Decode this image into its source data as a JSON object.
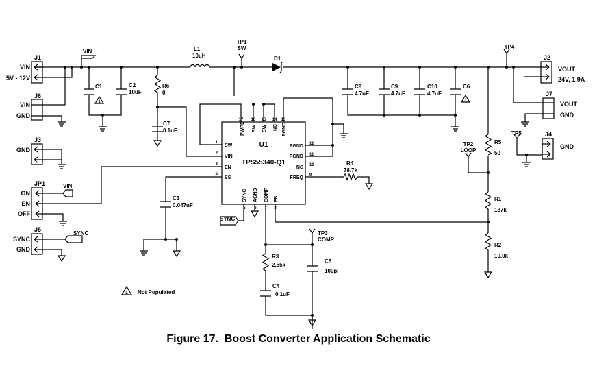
{
  "caption": "Figure 17.  Boost Converter Application Schematic",
  "legend": {
    "marker": "1",
    "text": "Not Populated"
  },
  "ic": {
    "ref": "U1",
    "part": "TPS55340-Q1"
  },
  "pins": {
    "sw1": {
      "num": "1",
      "name": "SW"
    },
    "vin": {
      "num": "2",
      "name": "VIN"
    },
    "en": {
      "num": "3",
      "name": "EN"
    },
    "ss": {
      "num": "4",
      "name": "SS"
    },
    "sync": {
      "num": "5",
      "name": "SYNC"
    },
    "agnd": {
      "num": "6",
      "name": "AGND"
    },
    "comp": {
      "num": "7",
      "name": "COMP"
    },
    "fb": {
      "num": "8",
      "name": "FB"
    },
    "freq": {
      "num": "9",
      "name": "FREQ"
    },
    "nc10": {
      "num": "10",
      "name": "NC"
    },
    "pgnd11": {
      "num": "11",
      "name": "PGND"
    },
    "pgnd12": {
      "num": "12",
      "name": "PGND"
    },
    "pgnd13": {
      "num": "13",
      "name": "PGND"
    },
    "nc14": {
      "num": "14",
      "name": "NC"
    },
    "sw15": {
      "num": "15",
      "name": "SW"
    },
    "sw16": {
      "num": "16",
      "name": "SW"
    },
    "pwpd": {
      "num": "17",
      "name": "PWPD"
    }
  },
  "connectors": {
    "j1": {
      "ref": "J1",
      "pin1": "VIN",
      "pin2": "5V - 12V"
    },
    "j6": {
      "ref": "J6",
      "pin1": "VIN",
      "pin2": "GND"
    },
    "j3": {
      "ref": "J3",
      "pin1": "GND"
    },
    "jp1": {
      "ref": "JP1",
      "pin1": "ON",
      "pin2": "EN",
      "pin3": "OFF"
    },
    "j5": {
      "ref": "J5",
      "pin1": "SYNC",
      "pin2": "GND"
    },
    "j2": {
      "ref": "J2",
      "pin1": "VOUT",
      "pin2": "24V, 1.9A"
    },
    "j7": {
      "ref": "J7",
      "pin1": "VOUT",
      "pin2": "GND"
    },
    "j4": {
      "ref": "J4",
      "pin1": "GND"
    }
  },
  "nets": {
    "vin_top": "VIN",
    "vin_jp1": "VIN",
    "sync_j5": "SYNC",
    "sync_ic": "SYNC"
  },
  "testpoints": {
    "tp1": {
      "ref": "TP1",
      "label": "SW"
    },
    "tp2": {
      "ref": "TP2",
      "label": "LOOP"
    },
    "tp3": {
      "ref": "TP3",
      "label": "COMP"
    },
    "tp4": {
      "ref": "TP4"
    },
    "tp5": {
      "ref": "TP5"
    }
  },
  "components": {
    "l1": {
      "ref": "L1",
      "value": "10uH"
    },
    "d1": {
      "ref": "D1"
    },
    "c1": {
      "ref": "C1",
      "marker": "1"
    },
    "c2": {
      "ref": "C2",
      "value": "10uF"
    },
    "r6": {
      "ref": "R6",
      "value": "0"
    },
    "c7": {
      "ref": "C7",
      "value": "0.1uF"
    },
    "c3": {
      "ref": "C3",
      "value": "0.047uF"
    },
    "c8": {
      "ref": "C8",
      "value": "4.7uF"
    },
    "c9": {
      "ref": "C9",
      "value": "4.7uF"
    },
    "c10": {
      "ref": "C10",
      "value": "4.7uF"
    },
    "c6": {
      "ref": "C6",
      "marker": "1"
    },
    "r4": {
      "ref": "R4",
      "value": "78.7k"
    },
    "r5": {
      "ref": "R5",
      "value": "50"
    },
    "r1": {
      "ref": "R1",
      "value": "187k"
    },
    "r2": {
      "ref": "R2",
      "value": "10.0k"
    },
    "r3": {
      "ref": "R3",
      "value": "2.55k"
    },
    "c4": {
      "ref": "C4",
      "value": "0.1uF"
    },
    "c5": {
      "ref": "C5",
      "value": "100pF"
    }
  }
}
